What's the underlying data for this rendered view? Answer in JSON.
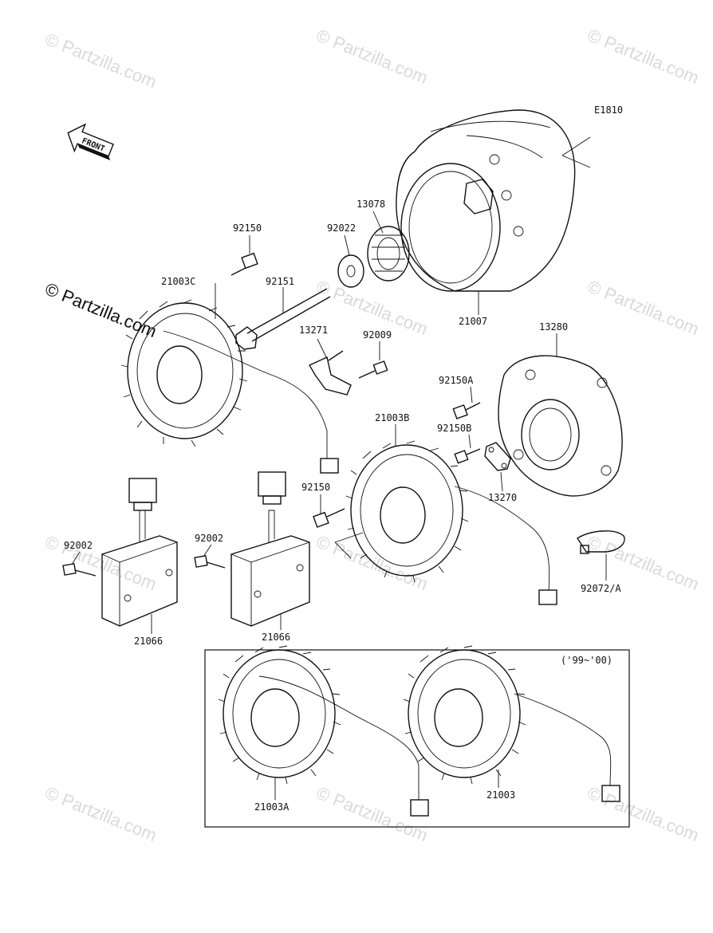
{
  "diagram_code": "E1810",
  "front_label": "FRONT",
  "copyright": "© Partzilla.com",
  "watermark": "© Partzilla.com",
  "inset_note": "('99~'00)",
  "labels": {
    "p21007": "21007",
    "p13078": "13078",
    "p92022": "92022",
    "p92150_top": "92150",
    "p21003C": "21003C",
    "p92151": "92151",
    "p13271": "13271",
    "p92009": "92009",
    "p13280": "13280",
    "p92150A": "92150A",
    "p92150B": "92150B",
    "p21003B": "21003B",
    "p92150_mid": "92150",
    "p13270": "13270",
    "p92002_left": "92002",
    "p92002_right": "92002",
    "p21066_left": "21066",
    "p21066_right": "21066",
    "p92072A": "92072/A",
    "p21003A": "21003A",
    "p21003": "21003"
  }
}
